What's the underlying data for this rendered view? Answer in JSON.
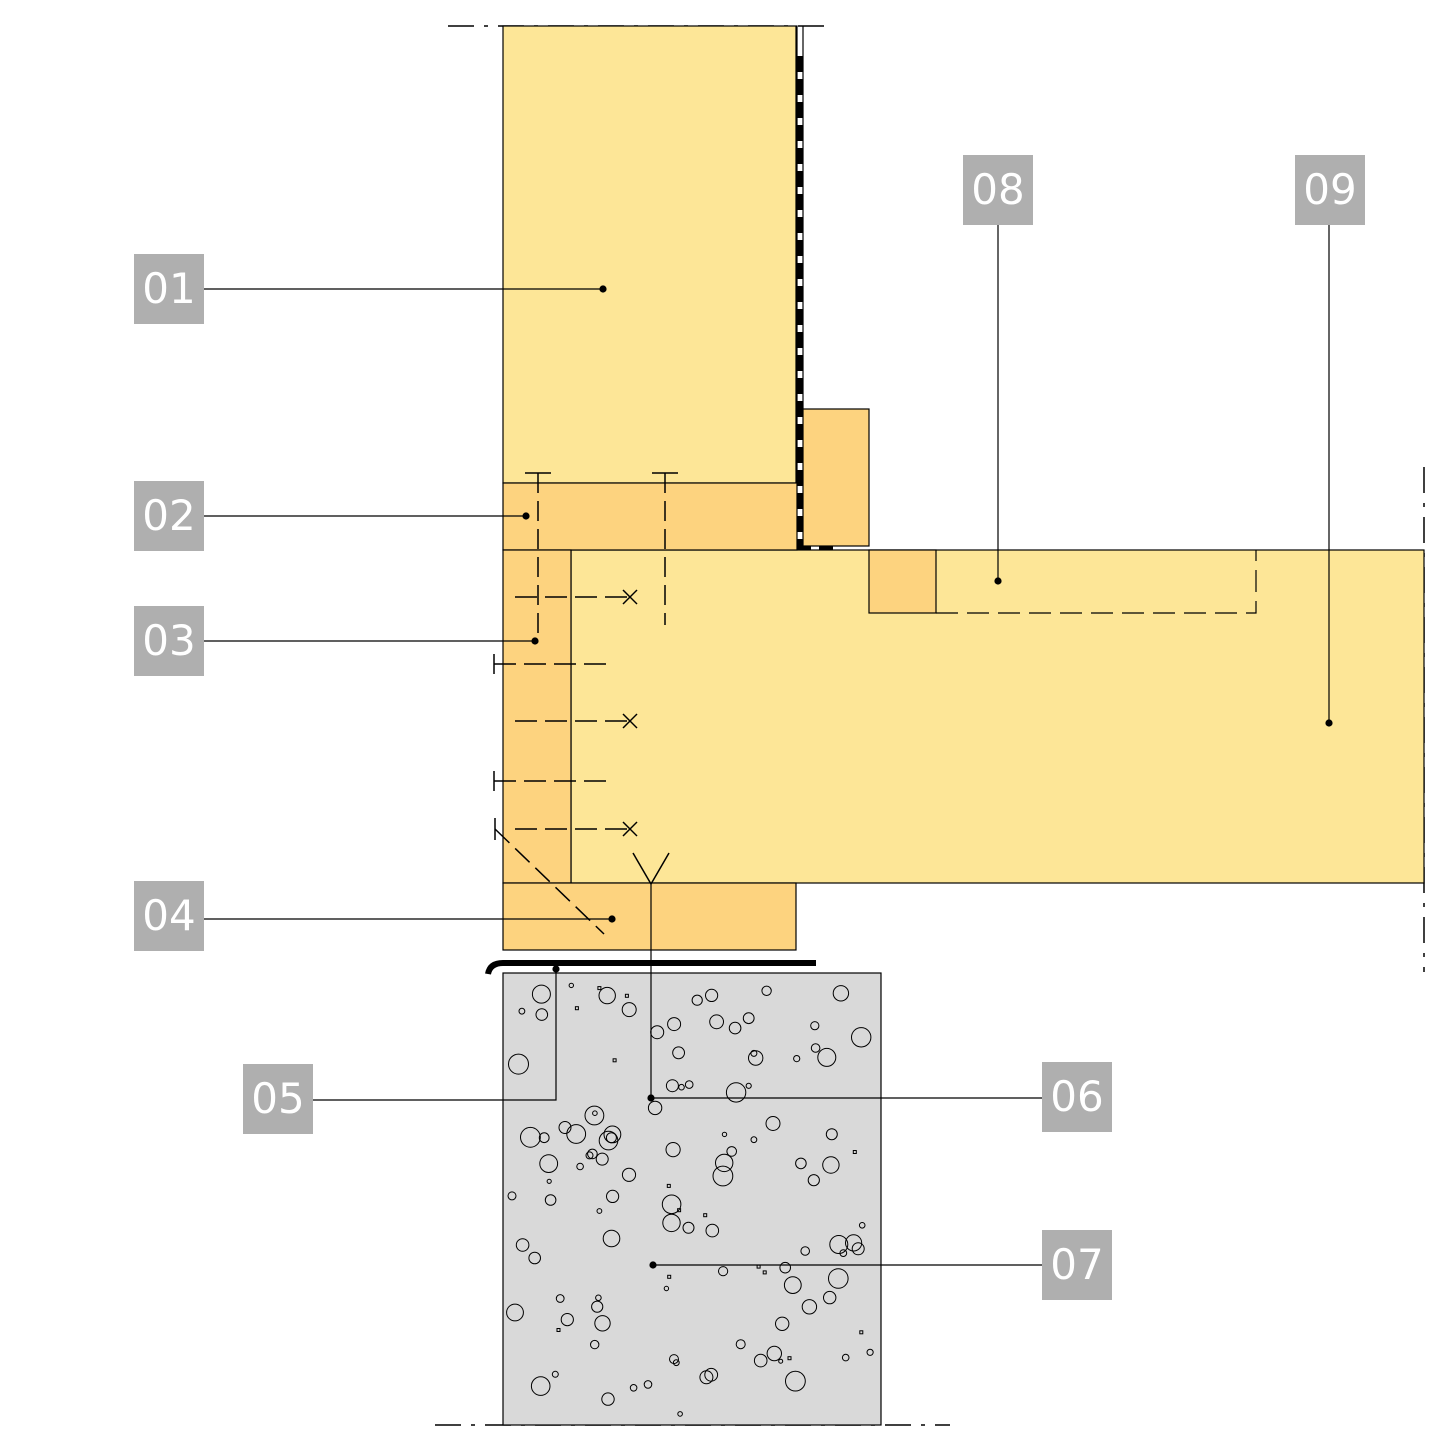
{
  "colors": {
    "timber_light": "#fde697",
    "timber_dark": "#fdd37f",
    "concrete": "#d9d9d9",
    "tag_bg": "#afafaf",
    "tag_text": "#ffffff",
    "line": "#000000"
  },
  "labels": [
    {
      "id": "01",
      "text": "01"
    },
    {
      "id": "02",
      "text": "02"
    },
    {
      "id": "03",
      "text": "03"
    },
    {
      "id": "04",
      "text": "04"
    },
    {
      "id": "05",
      "text": "05"
    },
    {
      "id": "06",
      "text": "06"
    },
    {
      "id": "07",
      "text": "07"
    },
    {
      "id": "08",
      "text": "08"
    },
    {
      "id": "09",
      "text": "09"
    }
  ]
}
